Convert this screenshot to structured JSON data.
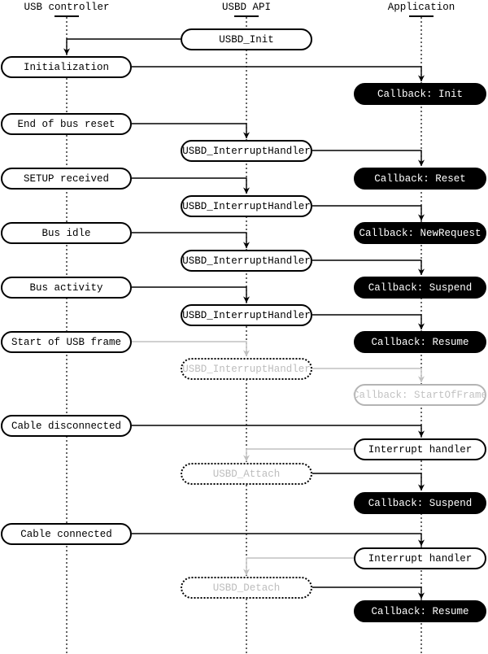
{
  "diagram_type": "sequence-diagram",
  "columns": [
    {
      "id": "usb-controller",
      "label": "USB controller"
    },
    {
      "id": "usbd-api",
      "label": "USBD API"
    },
    {
      "id": "application",
      "label": "Application"
    }
  ],
  "labels": {
    "usb_controller": "USB controller",
    "usbd_api": "USBD API",
    "application": "Application",
    "usbd_init": "USBD_Init",
    "initialization": "Initialization",
    "callback_init": "Callback: Init",
    "end_of_bus_reset": "End of bus reset",
    "usbd_interrupt_handler": "USBD_InterruptHandler",
    "setup_received": "SETUP received",
    "callback_reset": "Callback: Reset",
    "bus_idle": "Bus idle",
    "callback_newrequest": "Callback: NewRequest",
    "bus_activity": "Bus activity",
    "callback_suspend": "Callback: Suspend",
    "start_of_usb_frame": "Start of USB frame",
    "callback_resume": "Callback: Resume",
    "callback_startofframe": "Callback: StartOfFrame",
    "cable_disconnected": "Cable disconnected",
    "interrupt_handler": "Interrupt handler",
    "usbd_attach": "USBD_Attach",
    "cable_connected": "Cable connected",
    "usbd_detach": "USBD_Detach"
  },
  "flows": [
    {
      "call": "USBD_Init",
      "from": "USBD API",
      "to": "USB controller",
      "state": "Initialization",
      "callback": "Callback: Init",
      "style": "active"
    },
    {
      "event": "End of bus reset",
      "handler": "USBD_InterruptHandler",
      "callback": "Callback: Reset",
      "style": "active"
    },
    {
      "event": "SETUP received",
      "handler": "USBD_InterruptHandler",
      "callback": "Callback: NewRequest",
      "style": "active"
    },
    {
      "event": "Bus idle",
      "handler": "USBD_InterruptHandler",
      "callback": "Callback: Suspend",
      "style": "active"
    },
    {
      "event": "Bus activity",
      "handler": "USBD_InterruptHandler",
      "callback": "Callback: Resume",
      "style": "active"
    },
    {
      "event": "Start of USB frame",
      "handler": "USBD_InterruptHandler",
      "callback": "Callback: StartOfFrame",
      "style": "inactive"
    },
    {
      "event": "Cable disconnected",
      "handler": "Interrupt handler",
      "call": "USBD_Attach",
      "callback": "Callback: Suspend",
      "style": "mixed"
    },
    {
      "event": "Cable connected",
      "handler": "Interrupt handler",
      "call": "USBD_Detach",
      "callback": "Callback: Resume",
      "style": "mixed"
    }
  ],
  "colors": {
    "line_black": "#000000",
    "line_gray": "#c0c0c0",
    "ghost_text": "#bdbdbd",
    "gray_box_border": "#b4b4b4",
    "callback_bg": "#000000",
    "callback_text": "#ffffff",
    "background": "#ffffff"
  }
}
